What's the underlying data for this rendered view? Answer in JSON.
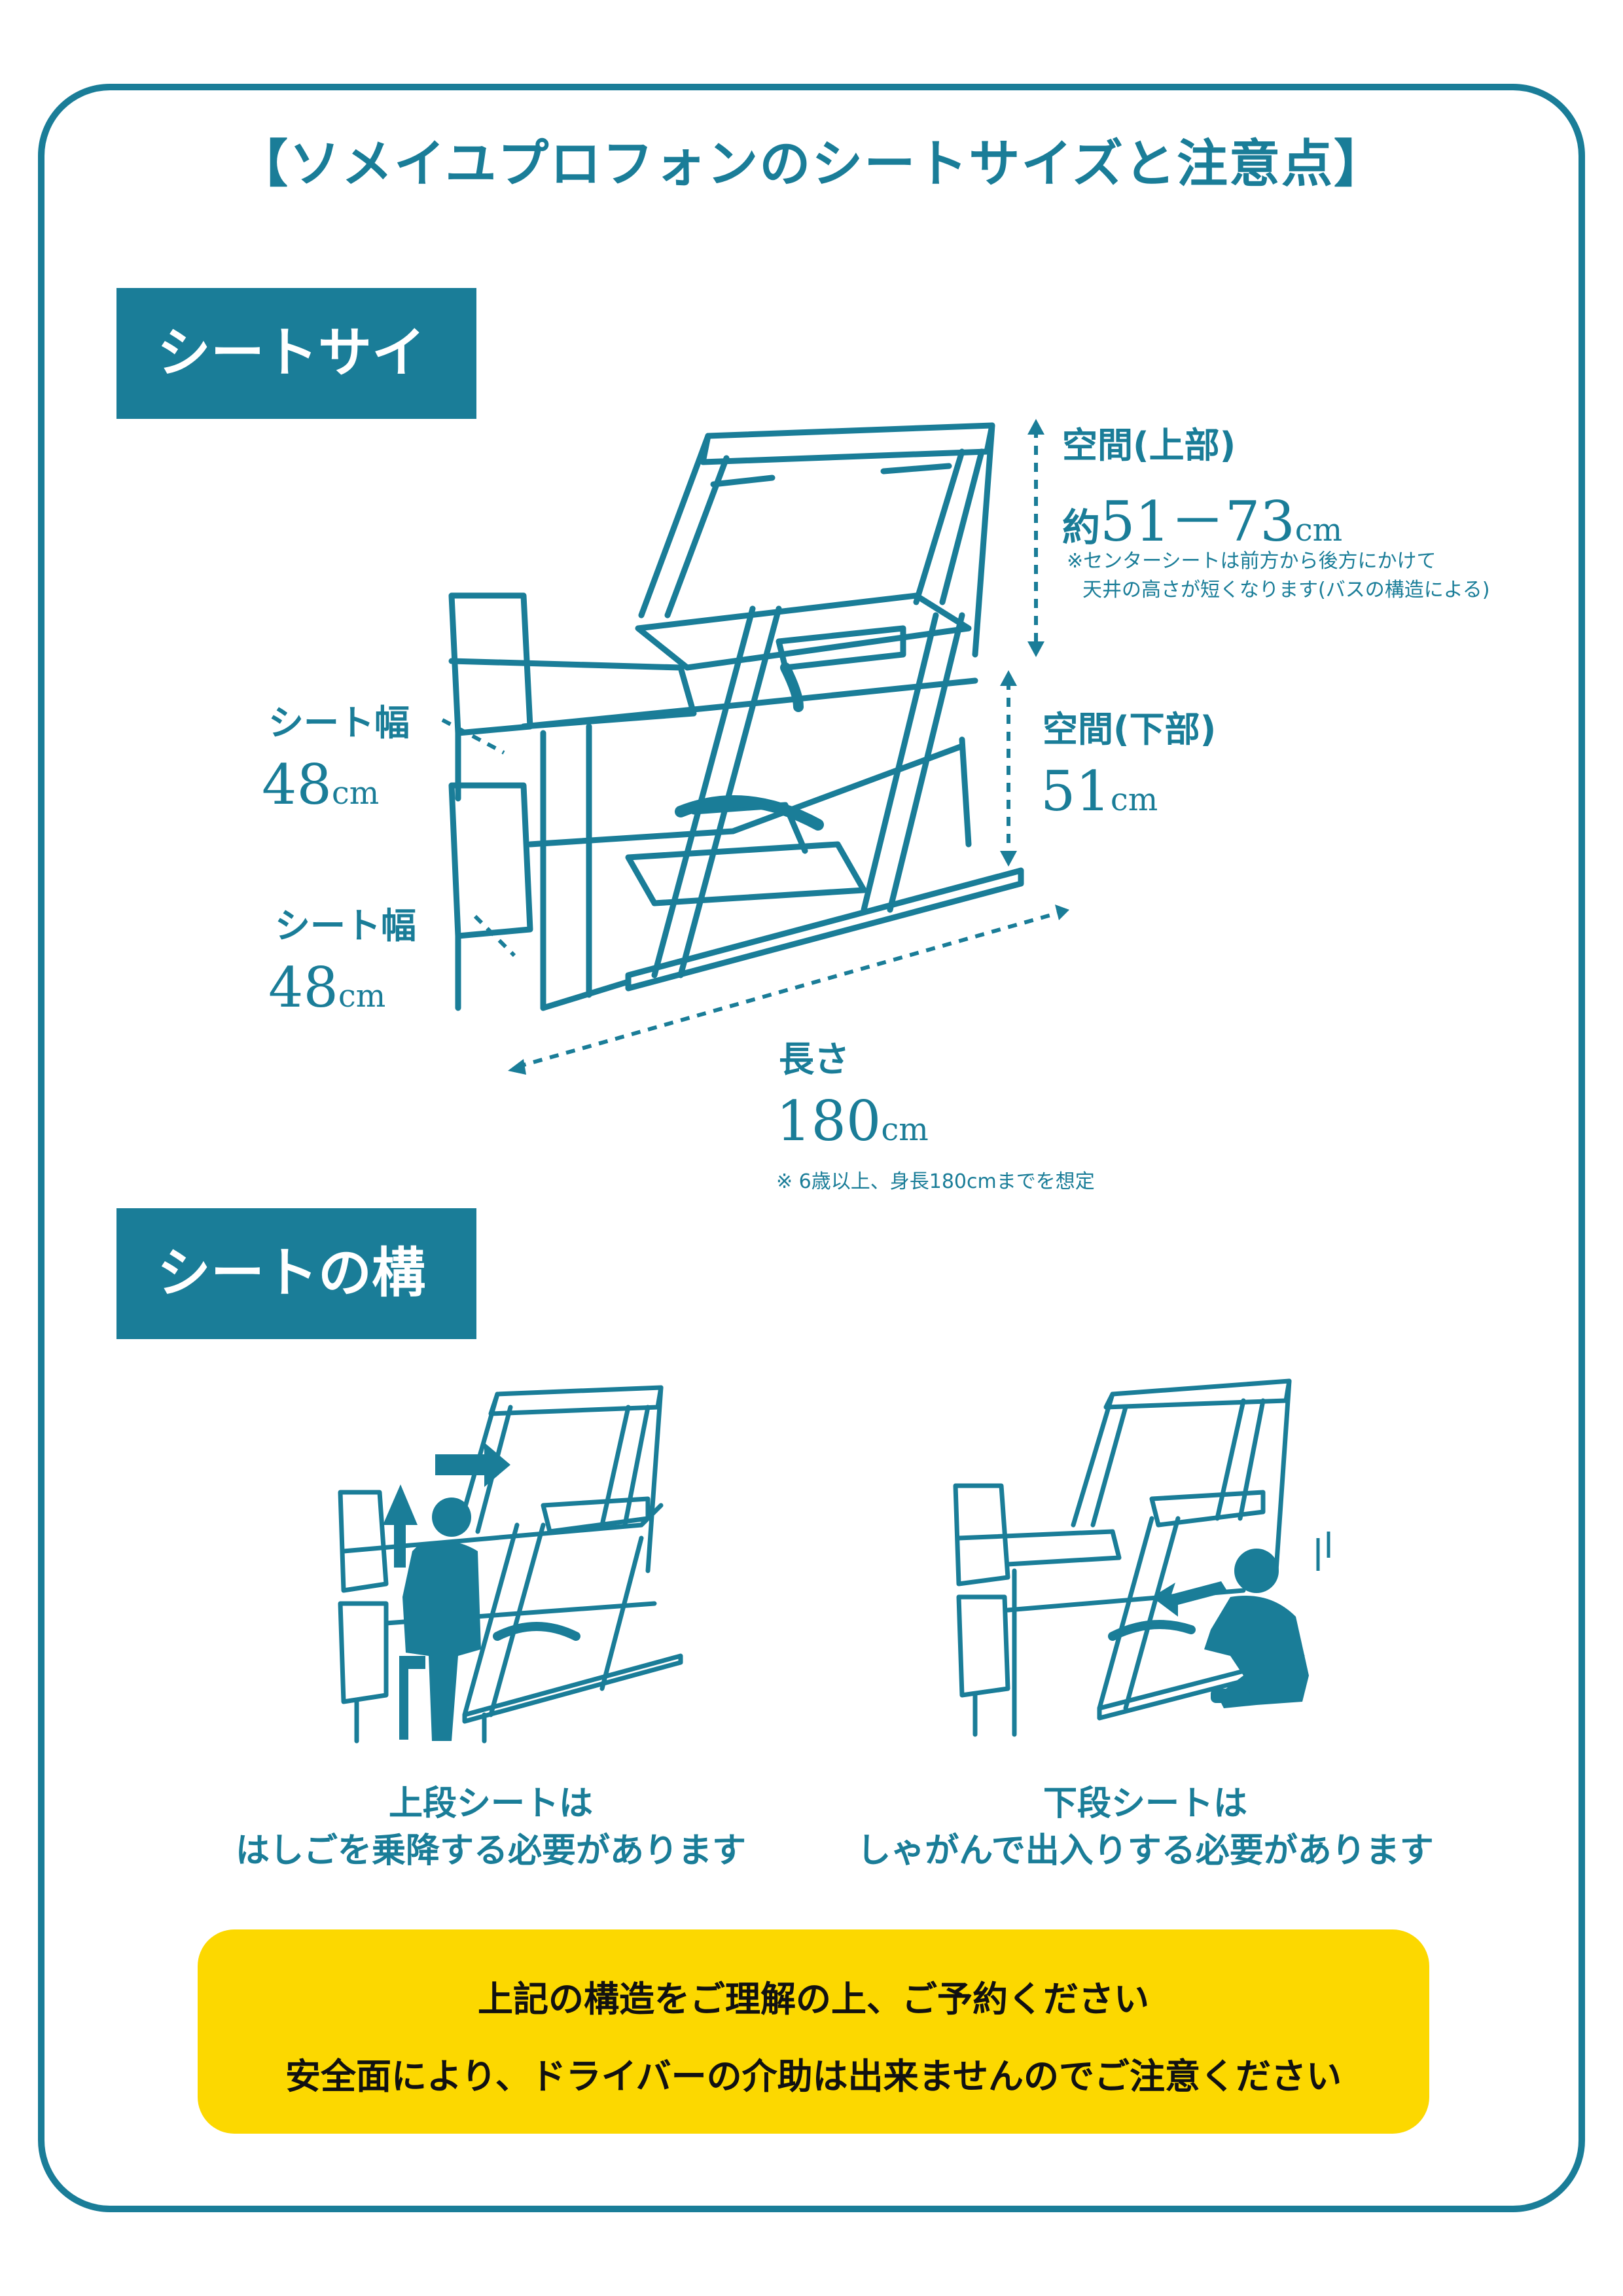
{
  "title": "【ソメイユプロフォンのシートサイズと注意点】",
  "sections": {
    "size_heading": "シートサイズ",
    "structure_heading": "シートの構造"
  },
  "dimensions": {
    "upper_space_label": "空間(上部)",
    "upper_space_prefix": "約",
    "upper_space_value": "51－73",
    "upper_space_unit": "cm",
    "upper_space_note_1": "※センターシートは前方から後方にかけて",
    "upper_space_note_2": "天井の高さが短くなります(バスの構造による)",
    "lower_space_label": "空間(下部)",
    "lower_space_value": "51",
    "lower_space_unit": "cm",
    "upper_width_label": "シート幅",
    "upper_width_value": "48",
    "upper_width_unit": "cm",
    "lower_width_label": "シート幅",
    "lower_width_value": "48",
    "lower_width_unit": "cm",
    "length_label": "長さ",
    "length_value": "180",
    "length_unit": "cm",
    "length_note": "※ 6歳以上、身長180cmまでを想定"
  },
  "captions": {
    "upper_line1": "上段シートは",
    "upper_line2": "はしごを乗降する必要があります",
    "lower_line1": "下段シートは",
    "lower_line2": "しゃがんで出入りする必要があります"
  },
  "notice": {
    "line1": "上記の構造をご理解の上、ご予約ください",
    "line2": "安全面により、ドライバーの介助は出来ませんのでご注意ください"
  },
  "colors": {
    "brand": "#1a7d98",
    "notice_bg": "#fcd800",
    "notice_text": "#111111"
  },
  "icons": [
    "bunk-seat-illustration",
    "person-climbing-icon",
    "person-crouching-icon",
    "arrow-icon"
  ]
}
